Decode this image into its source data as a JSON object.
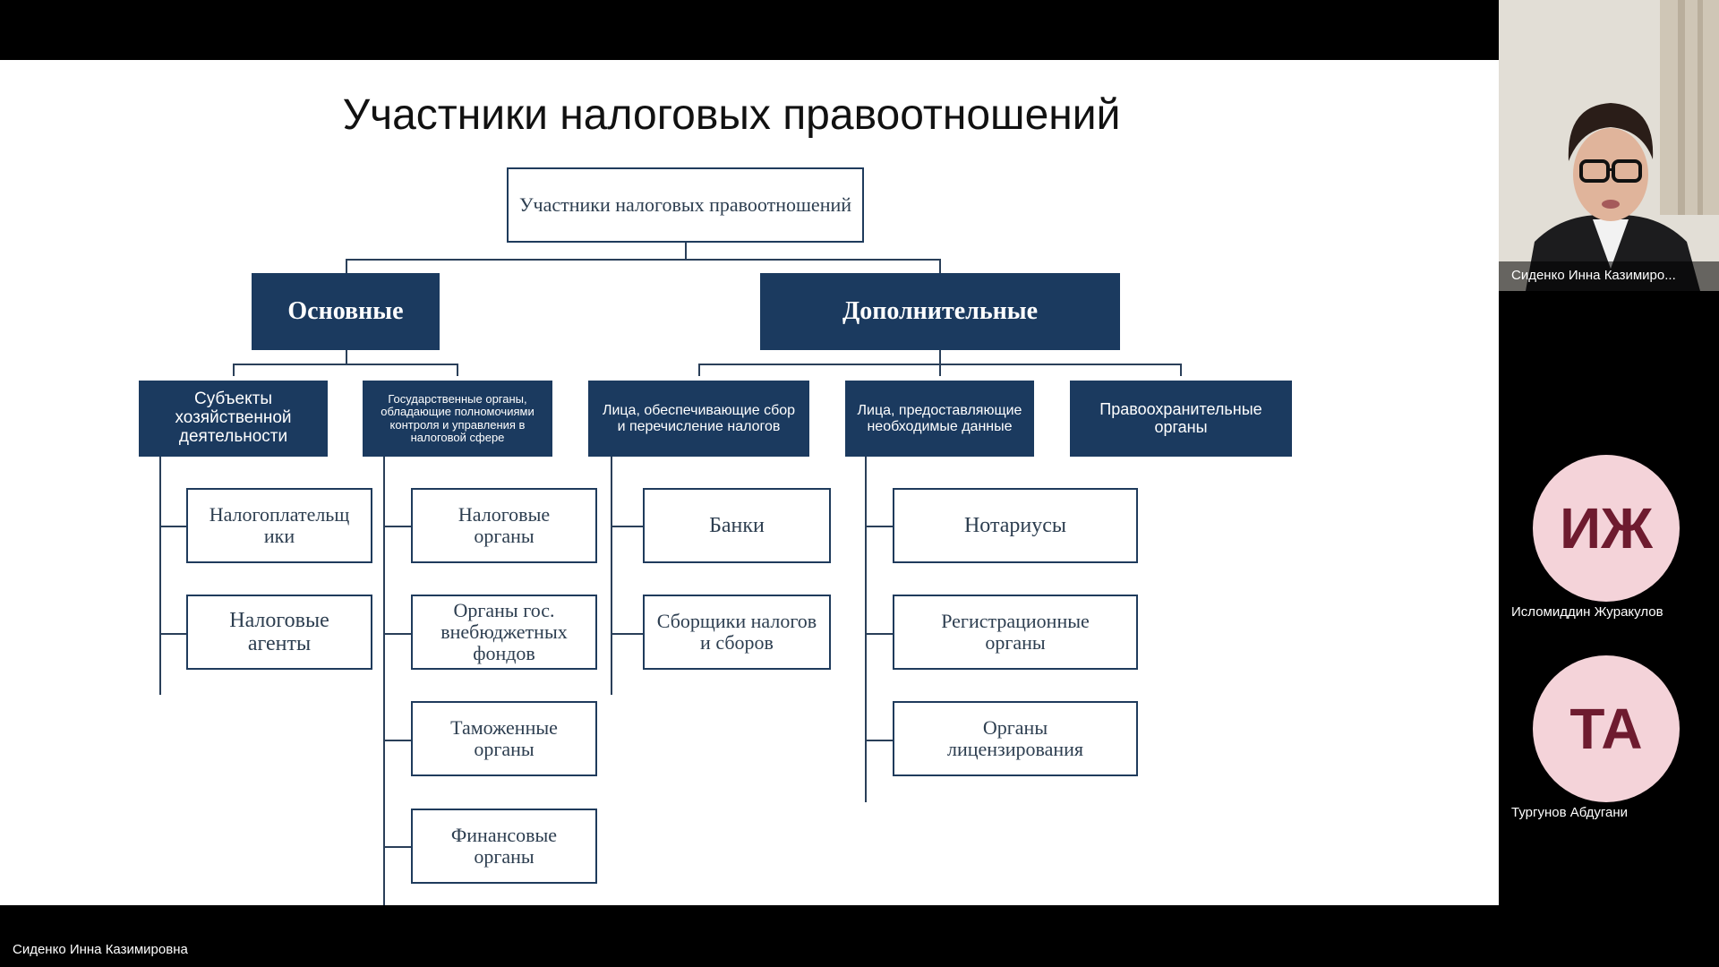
{
  "slide": {
    "title": "Участники налоговых правоотношений",
    "root": "Участники налоговых правоотношений",
    "main": "Основные",
    "extra": "Дополнительные",
    "sub_business": "Субъекты хозяйственной деятельности",
    "sub_gov": "Государственные органы, обладающие полномочиями контроля и управления в налоговой сфере",
    "sub_collect": "Лица, обеспечивающие сбор и перечисление налогов",
    "sub_data": "Лица, предоставляющие необходимые данные",
    "sub_law": "Правоохранительные органы",
    "taxpayers": "Налогоплательщ ики",
    "tax_agents": "Налоговые агенты",
    "tax_authorities": "Налоговые органы",
    "offbudget_funds": "Органы гос. внебюджетных фондов",
    "customs": "Таможенные органы",
    "finance": "Финансовые органы",
    "banks": "Банки",
    "collectors": "Сборщики налогов и сборов",
    "notaries": "Нотариусы",
    "registration": "Регистрационные органы",
    "licensing": "Органы лицензирования"
  },
  "participants": {
    "presenter": "Сиденко Инна Казимиро...",
    "p1_initials": "ИЖ",
    "p1_name": "Исломиддин Жуpакулов",
    "p2_initials": "ТА",
    "p2_name": "Тургунов Абдугани"
  },
  "footer": {
    "speaker_name": "Сиденко Инна Казимировна"
  },
  "colors": {
    "navy": "#1b3a5f",
    "avatar_bg": "#f4d3d9",
    "avatar_text": "#6e1b2f"
  }
}
